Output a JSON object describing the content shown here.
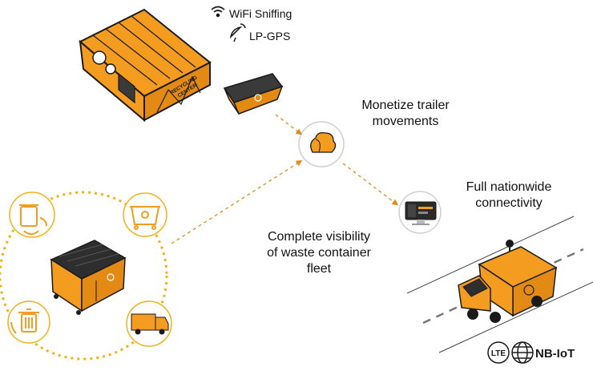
{
  "labels": {
    "wifi": "WiFi Sniffing",
    "gps": "LP-GPS",
    "monetize_line1": "Monetize trailer",
    "monetize_line2": "movements",
    "connectivity_line1": "Full nationwide",
    "connectivity_line2": "connectivity",
    "visibility_line1": "Complete visibility",
    "visibility_line2": "of waste container",
    "visibility_line3": "fleet",
    "building_sign_line1": "RECYCLING",
    "building_sign_line2": "CENTER"
  },
  "badges": {
    "lte": "LTE",
    "nbiot": "NB-IoT"
  },
  "colors": {
    "accent": "#F39C1F",
    "accent_dark": "#C9760E",
    "outline": "#1a1a1a",
    "dots": "#F2B21B",
    "arrow": "#E08A1E"
  },
  "icons": [
    "wifi-icon",
    "satellite-icon",
    "recycling-building",
    "skip-container",
    "cloud-tracker",
    "monitor-dashboard",
    "garbage-truck",
    "waste-bin-icon",
    "dumpster-icon",
    "refuse-truck-icon",
    "recycle-bin-icon"
  ]
}
